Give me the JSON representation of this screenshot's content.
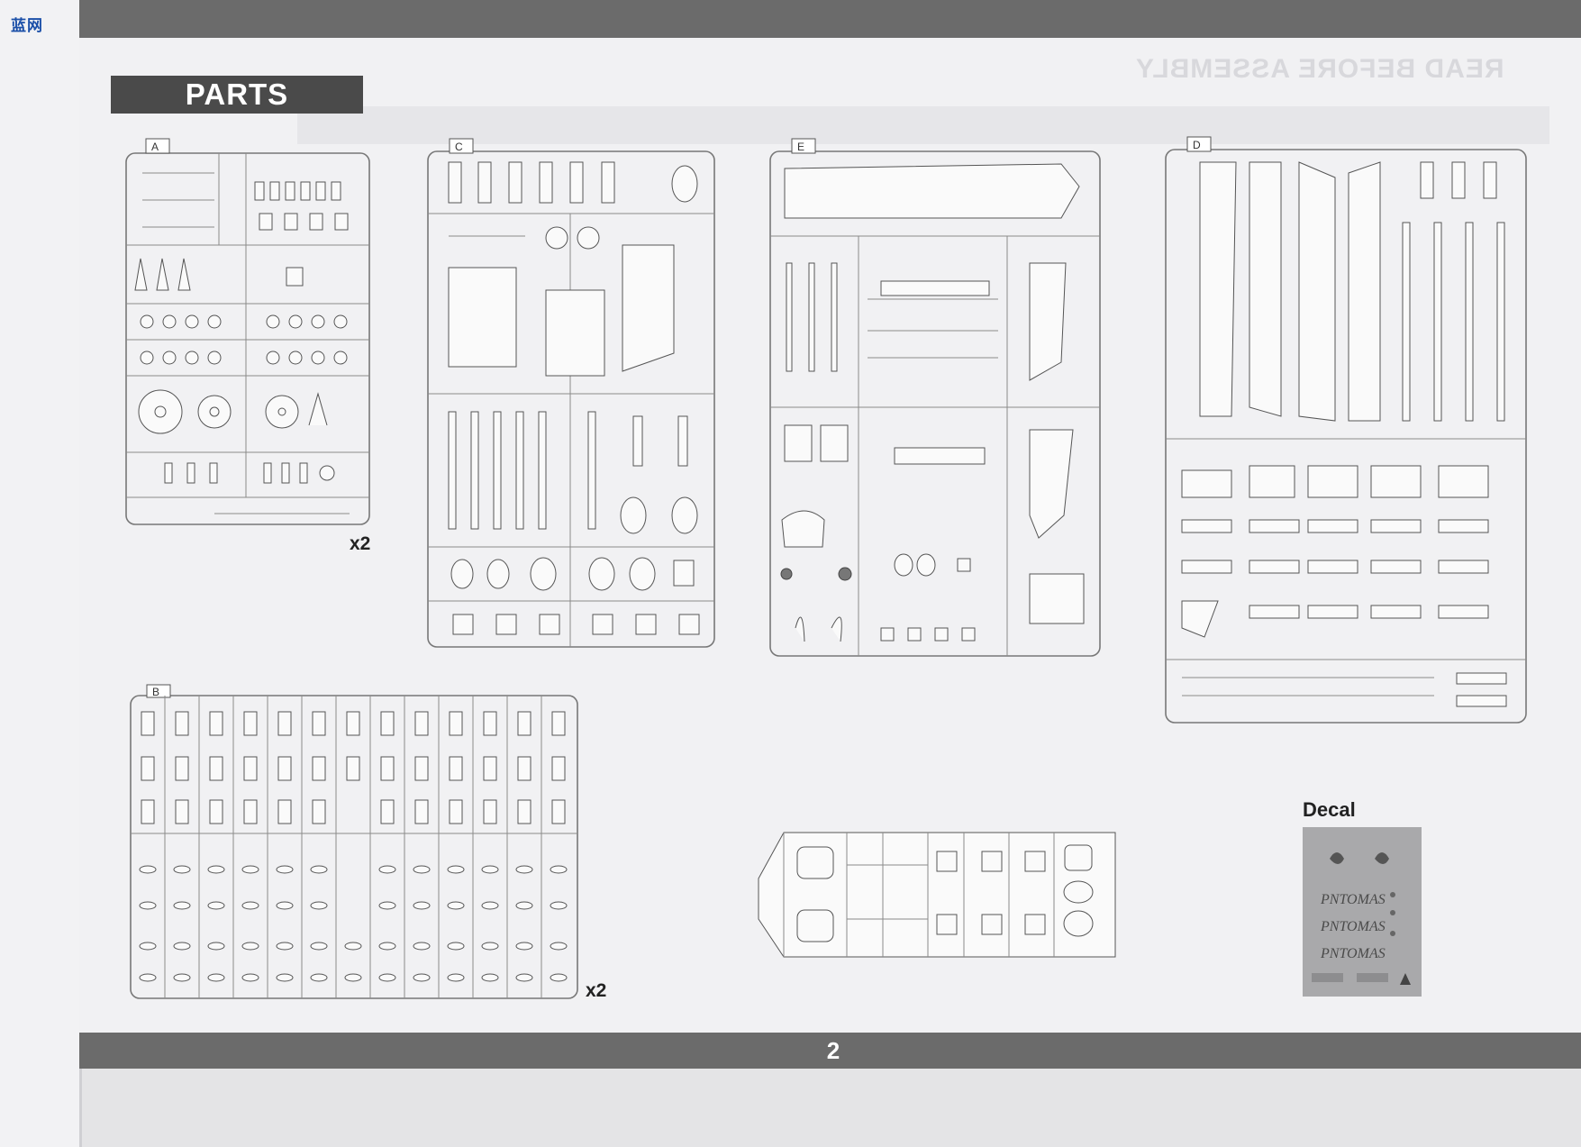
{
  "header": {
    "parts_title": "PARTS"
  },
  "sprues": [
    {
      "letter": "A",
      "multiplier": "x2"
    },
    {
      "letter": "C",
      "multiplier": ""
    },
    {
      "letter": "E",
      "multiplier": ""
    },
    {
      "letter": "D",
      "multiplier": ""
    },
    {
      "letter": "B",
      "multiplier": "x2"
    }
  ],
  "decal": {
    "title": "Decal",
    "logo_text": "PNTOMAS"
  },
  "watermark": {
    "site_name": "蓝网",
    "sub": ""
  },
  "background_text": {
    "mirrored_heading": "READ BEFORE ASSEMBLY"
  },
  "footer": {
    "page_number": "2"
  }
}
